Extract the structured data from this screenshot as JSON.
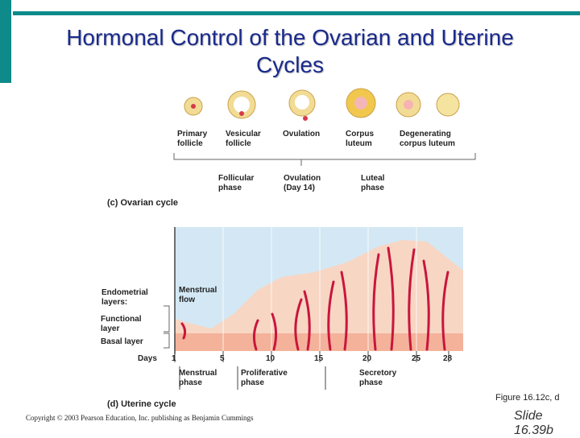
{
  "slide": {
    "title": "Hormonal Control of the Ovarian and Uterine Cycles",
    "figure_label": "Figure 16.12c, d",
    "copyright": "Copyright © 2003 Pearson Education, Inc. publishing as Benjamin Cummings",
    "slide_label": "Slide 16.39b"
  },
  "ovarian": {
    "panel_title": "(c) Ovarian cycle",
    "stages": [
      "Primary\nfollicle",
      "Vesicular\nfollicle",
      "Ovulation",
      "Corpus\nluteum",
      "Degenerating\ncorpus luteum"
    ],
    "phases": [
      "Follicular\nphase",
      "Ovulation\n(Day 14)",
      "Luteal\nphase"
    ]
  },
  "uterine": {
    "panel_title": "(d) Uterine cycle",
    "left_labels": {
      "endometrial": "Endometrial\nlayers:",
      "functional": "Functional\nlayer",
      "basal": "Basal layer",
      "days": "Days"
    },
    "menstrual_flow": "Menstrual\nflow",
    "days": [
      "1",
      "5",
      "10",
      "15",
      "20",
      "25",
      "28"
    ],
    "phases": [
      "Menstrual\nphase",
      "Proliferative\nphase",
      "Secretory\nphase"
    ]
  },
  "colors": {
    "title": "#1a2a8c",
    "accent_bar": "#0f8a8a",
    "blood": "#c8163d",
    "tissue": "#f8d6c4",
    "fluid": "#d3e8f4"
  }
}
